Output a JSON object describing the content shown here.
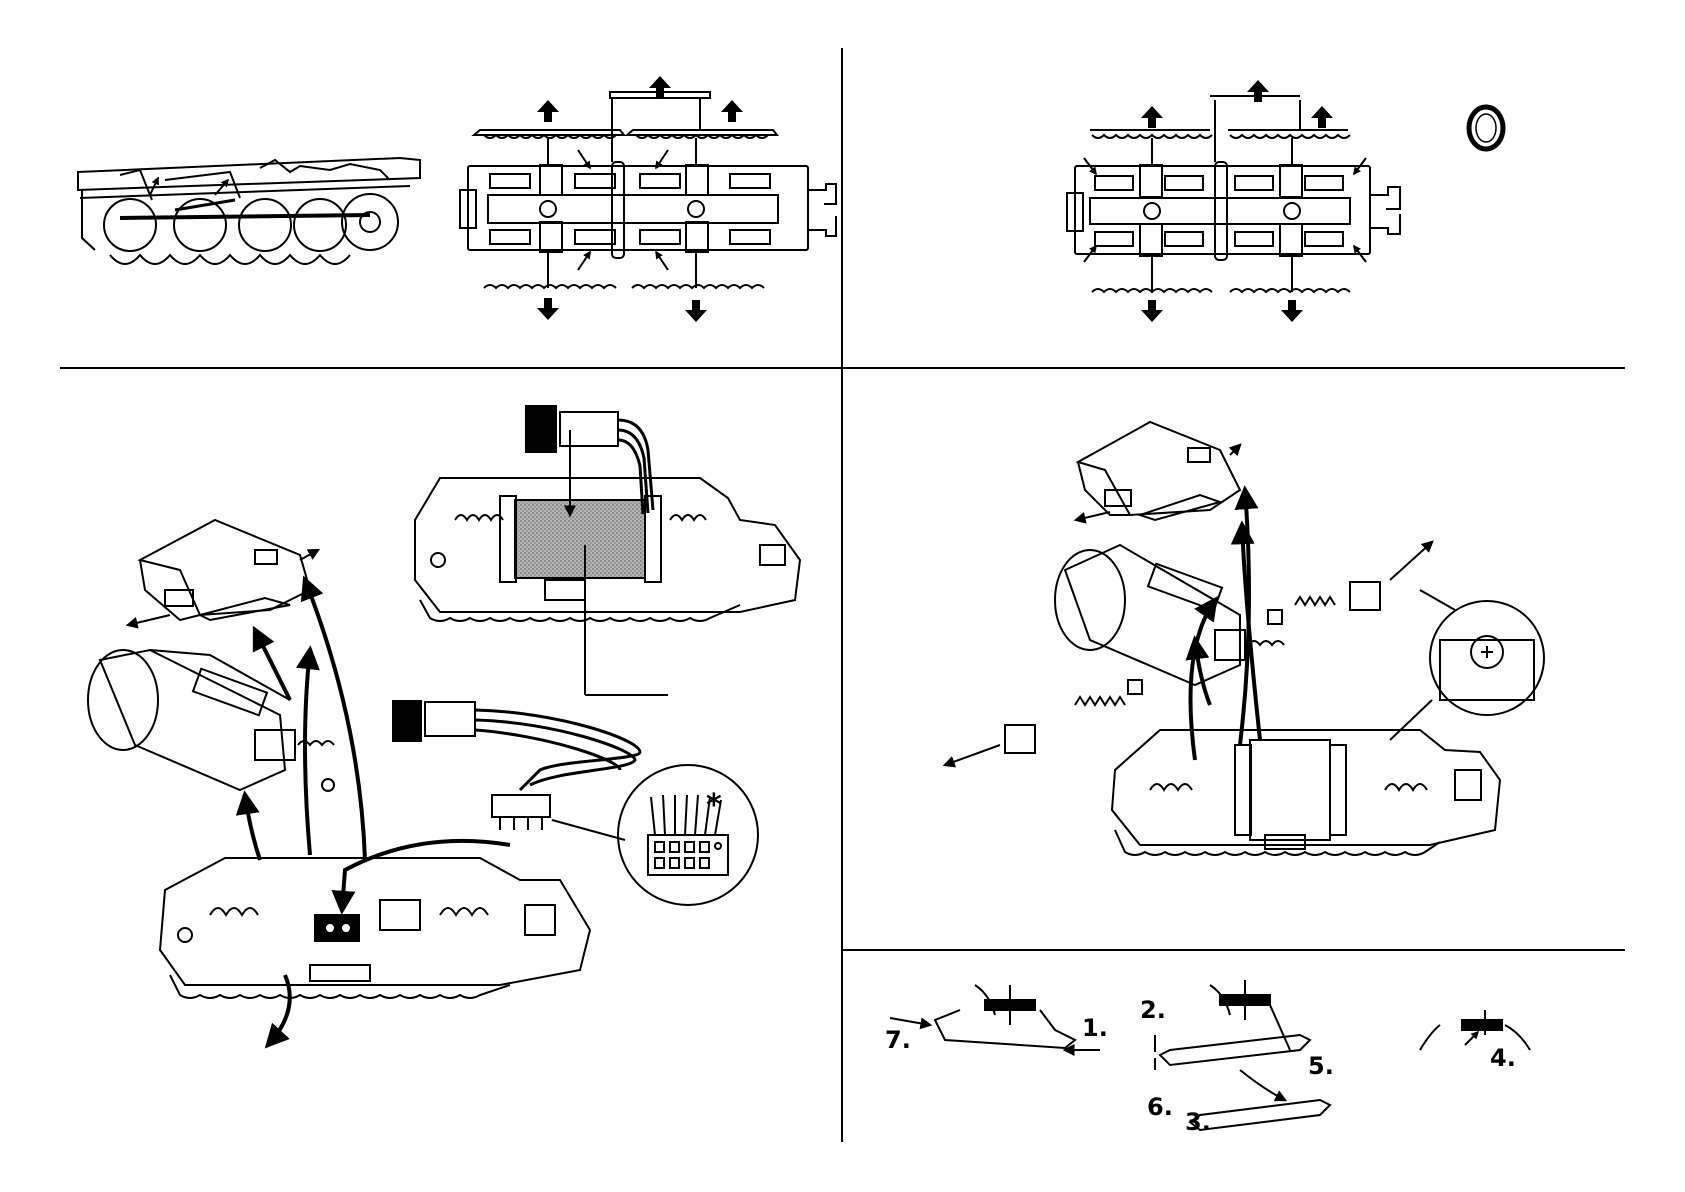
{
  "page": {
    "background": "#ffffff",
    "ink": "#000000",
    "screen_gray": "#9a9a9a"
  },
  "panels": {
    "top_left": {
      "content": "locomotive side view and chassis top view with traction tire arrows"
    },
    "top_right": {
      "content": "chassis top view with eight arrows and traction ring icon"
    },
    "middle_left": {
      "content": "motor removal with decoder harness",
      "marker": "*"
    },
    "middle_right": {
      "content": "motor exploded view with brush holders and springs"
    },
    "bottom_right": {
      "steps": [
        "1.",
        "2.",
        "3.",
        "4.",
        "5.",
        "6.",
        "7."
      ]
    }
  },
  "icons": [
    "traction-tire-ring-icon",
    "arrow-up-icon",
    "arrow-down-icon",
    "curved-arrow-icon"
  ]
}
